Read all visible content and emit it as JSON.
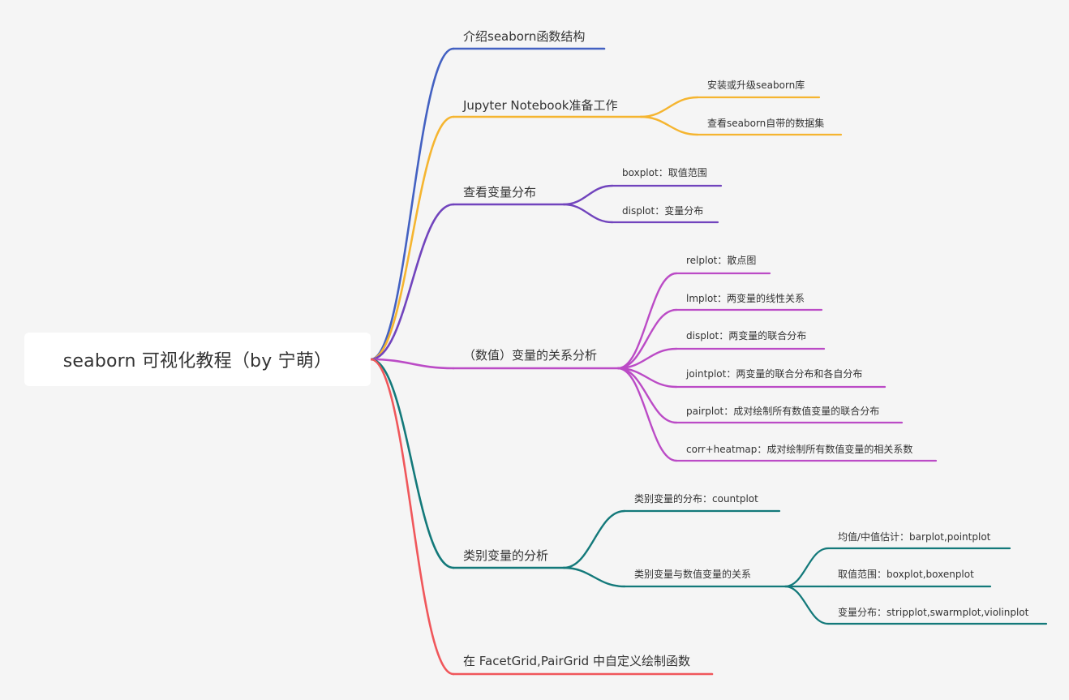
{
  "root": {
    "label": "seaborn 可视化教程（by 宁萌）"
  },
  "branches": [
    {
      "id": "b1",
      "label": "介绍seaborn函数结构",
      "color": "#4361c2"
    },
    {
      "id": "b2",
      "label": "Jupyter Notebook准备工作",
      "color": "#f5b530",
      "children": [
        {
          "label": "安装或升级seaborn库"
        },
        {
          "label": "查看seaborn自带的数据集"
        }
      ]
    },
    {
      "id": "b3",
      "label": "查看变量分布",
      "color": "#7144bd",
      "children": [
        {
          "label": "boxplot：取值范围"
        },
        {
          "label": "displot：变量分布"
        }
      ]
    },
    {
      "id": "b4",
      "label": "（数值）变量的关系分析",
      "color": "#bb4bc6",
      "children": [
        {
          "label": "relplot：散点图"
        },
        {
          "label": "lmplot：两变量的线性关系"
        },
        {
          "label": "displot：两变量的联合分布"
        },
        {
          "label": "jointplot：两变量的联合分布和各自分布"
        },
        {
          "label": "pairplot：成对绘制所有数值变量的联合分布"
        },
        {
          "label": "corr+heatmap：成对绘制所有数值变量的相关系数"
        }
      ]
    },
    {
      "id": "b5",
      "label": "类别变量的分析",
      "color": "#13797a",
      "children": [
        {
          "label": "类别变量的分布：countplot"
        },
        {
          "label": "类别变量与数值变量的关系",
          "children": [
            {
              "label": "均值/中值估计：barplot,pointplot"
            },
            {
              "label": "取值范围：boxplot,boxenplot"
            },
            {
              "label": "变量分布：stripplot,swarmplot,violinplot"
            }
          ]
        }
      ]
    },
    {
      "id": "b6",
      "label": "在 FacetGrid,PairGrid 中自定义绘制函数",
      "color": "#f0575b"
    }
  ]
}
